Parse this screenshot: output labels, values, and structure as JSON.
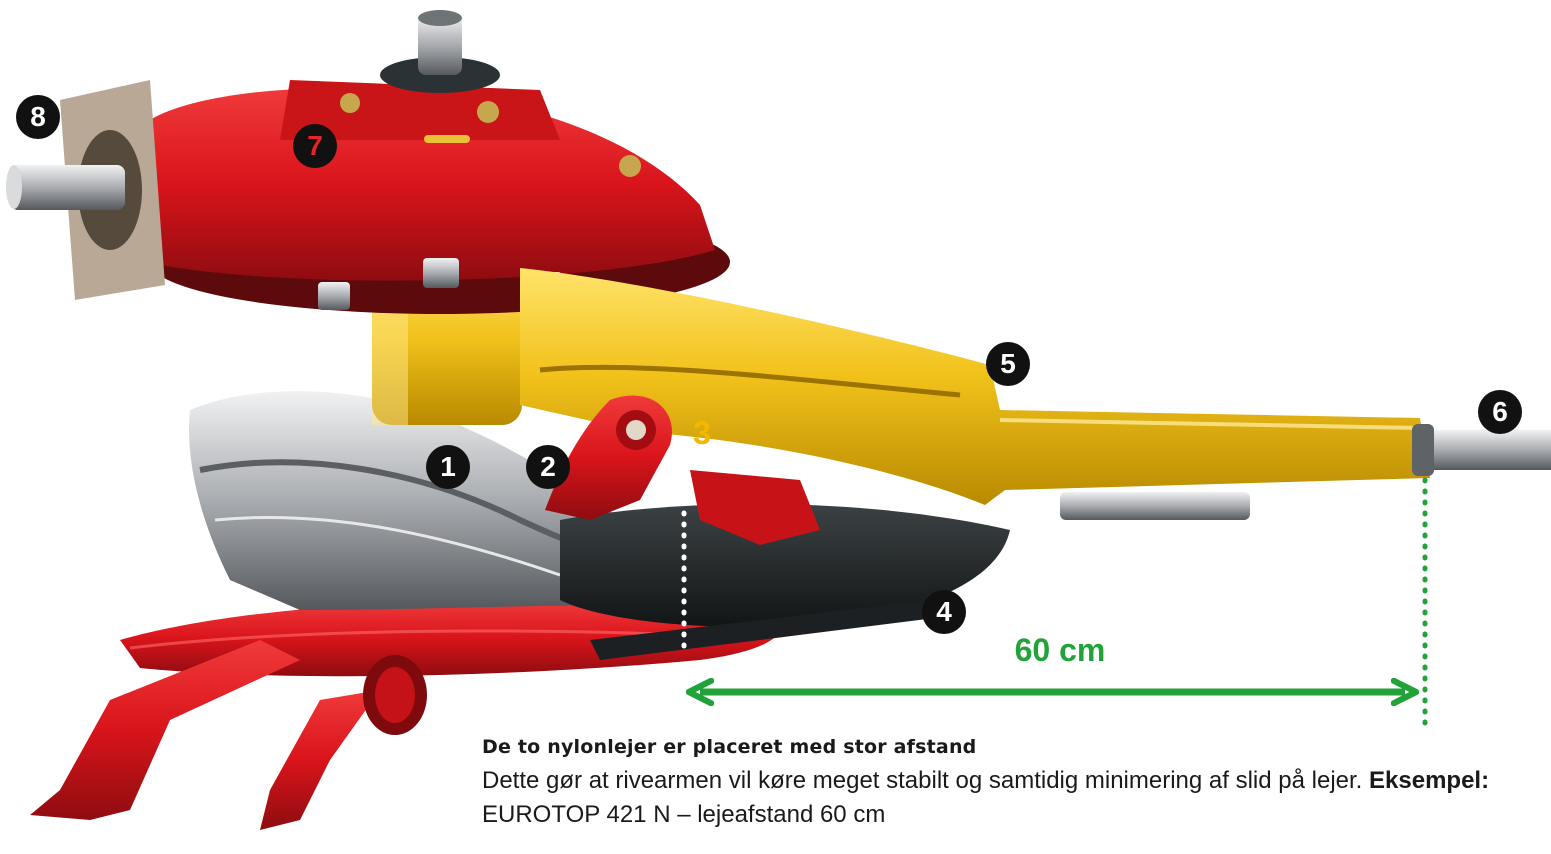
{
  "markers": [
    {
      "label": "1",
      "color": "#ffffff"
    },
    {
      "label": "2",
      "color": "#ffffff"
    },
    {
      "label": "3",
      "color": "#f5b800"
    },
    {
      "label": "4",
      "color": "#ffffff"
    },
    {
      "label": "5",
      "color": "#ffffff"
    },
    {
      "label": "6",
      "color": "#ffffff"
    },
    {
      "label": "7",
      "color": "#e8232a"
    },
    {
      "label": "8",
      "color": "#ffffff"
    }
  ],
  "dimension": {
    "label": "60 cm",
    "color": "#22a33a"
  },
  "caption": {
    "title": "De to nylonlejer er placeret med stor afstand",
    "body_part1": "Dette gør at rivearmen vil køre meget stabilt og samtidig minimering af slid på lejer. ",
    "example_label": "Eksempel:",
    "body_part2": " EUROTOP 421 N – lejeafstand 60 cm"
  },
  "colors": {
    "housing_red": "#d9141b",
    "arm_yellow": "#f2c21b",
    "steel": "#b9bcc0",
    "dimension_green": "#22a33a"
  }
}
